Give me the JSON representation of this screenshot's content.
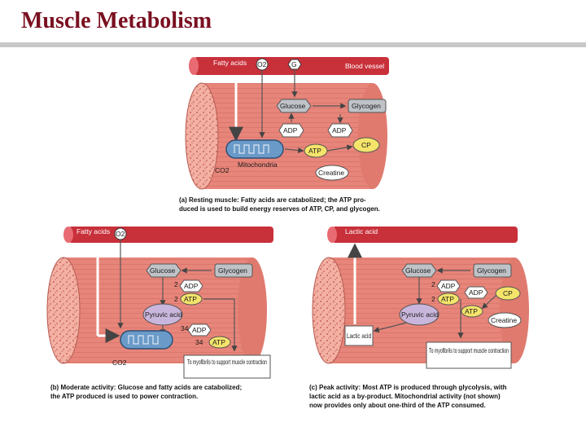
{
  "slide": {
    "title": "Muscle Metabolism"
  },
  "colors": {
    "title": "#7a1020",
    "muscle": "#e8857a",
    "vessel": "#c8303a",
    "atp": "#f4e46a",
    "gray": "#bfc3c8",
    "purple": "#c9b6dc",
    "mito": "#6a9ac8"
  },
  "panel_a": {
    "vessel_label": "Blood vessel",
    "fatty_acids": "Fatty acids",
    "o2": "O2",
    "glucose_in": "G",
    "glucose": "Glucose",
    "glycogen": "Glycogen",
    "adp_left": "ADP",
    "adp_right": "ADP",
    "atp": "ATP",
    "cp": "CP",
    "creatine": "Creatine",
    "mitochondria": "Mitochondria",
    "co2": "CO2",
    "caption_line1": "(a) Resting muscle: Fatty acids are catabolized; the ATP pro-",
    "caption_line2": "duced is used to build energy reserves of ATP, CP, and glycogen."
  },
  "panel_b": {
    "fatty_acids": "Fatty acids",
    "o2": "O2",
    "glucose": "Glucose",
    "glycogen": "Glycogen",
    "num_2a": "2",
    "adp1": "ADP",
    "num_2b": "2",
    "atp1": "ATP",
    "pyruvic": "Pyruvic acid",
    "num_34a": "34",
    "adp2": "ADP",
    "num_34b": "34",
    "atp2": "ATP",
    "co2": "CO2",
    "myofibrils": "To myofibrils to support muscle contraction",
    "caption_line1": "(b) Moderate activity: Glucose and fatty acids are catabolized;",
    "caption_line2": "the ATP produced is used to power contraction."
  },
  "panel_c": {
    "lactic_vessel": "Lactic acid",
    "glucose": "Glucose",
    "glycogen": "Glycogen",
    "num_2a": "2",
    "adp1": "ADP",
    "num_2b": "2",
    "atp1": "ATP",
    "pyruvic": "Pyruvic acid",
    "lactic_box": "Lactic acid",
    "adp2": "ADP",
    "cp": "CP",
    "atp2": "ATP",
    "creatine": "Creatine",
    "myofibrils": "To myofibrils to support muscle contraction",
    "caption_line1": "(c) Peak activity: Most ATP is produced through glycolysis, with",
    "caption_line2": "lactic acid as a by-product. Mitochondrial activity (not shown)",
    "caption_line3": "now provides only about one-third of the ATP consumed."
  }
}
